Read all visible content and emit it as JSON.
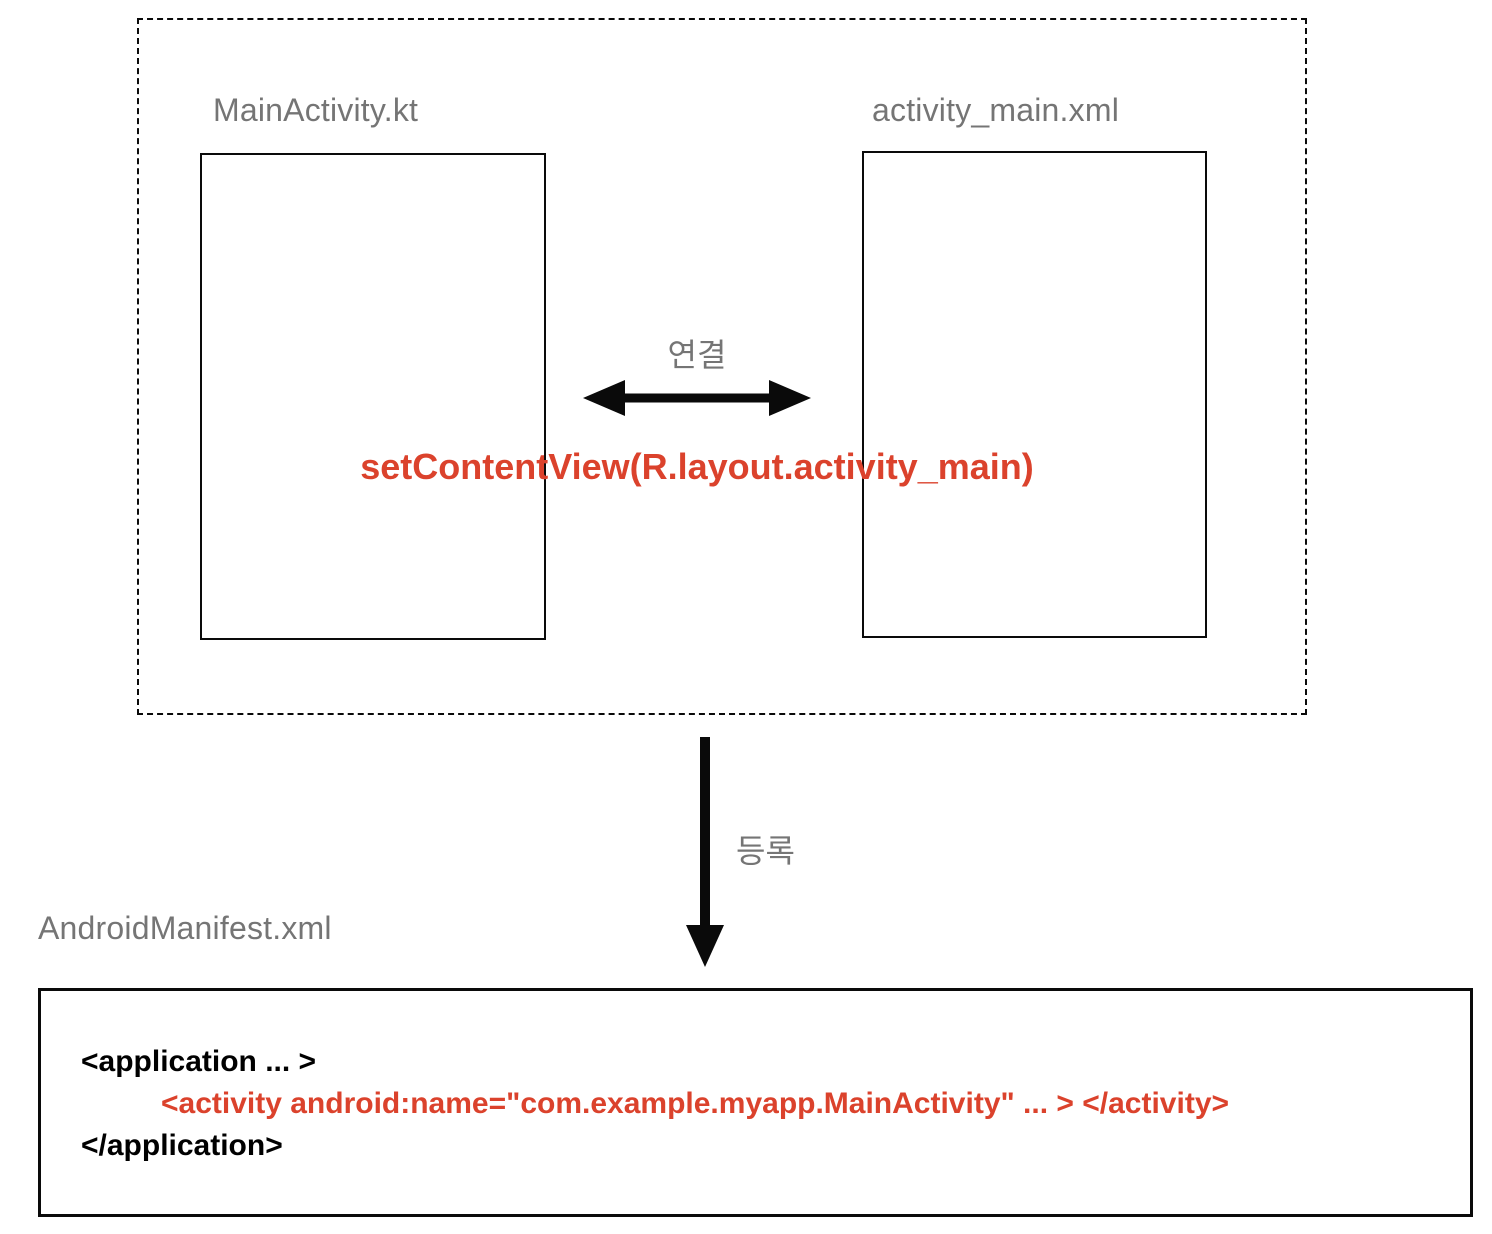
{
  "colors": {
    "accent_red": "#DB422C",
    "label_gray": "#757575",
    "line_black": "#0a0a0a"
  },
  "top_group": {
    "left_box_label": "MainActivity.kt",
    "right_box_label": "activity_main.xml",
    "link_label": "연결",
    "link_code": "setContentView(R.layout.activity_main)"
  },
  "register_label": "등록",
  "manifest": {
    "label": "AndroidManifest.xml",
    "code_line1": "<application ... >",
    "code_line2": "<activity android:name=\"com.example.myapp.MainActivity\" ... > </activity>",
    "code_line3": "</application>"
  }
}
